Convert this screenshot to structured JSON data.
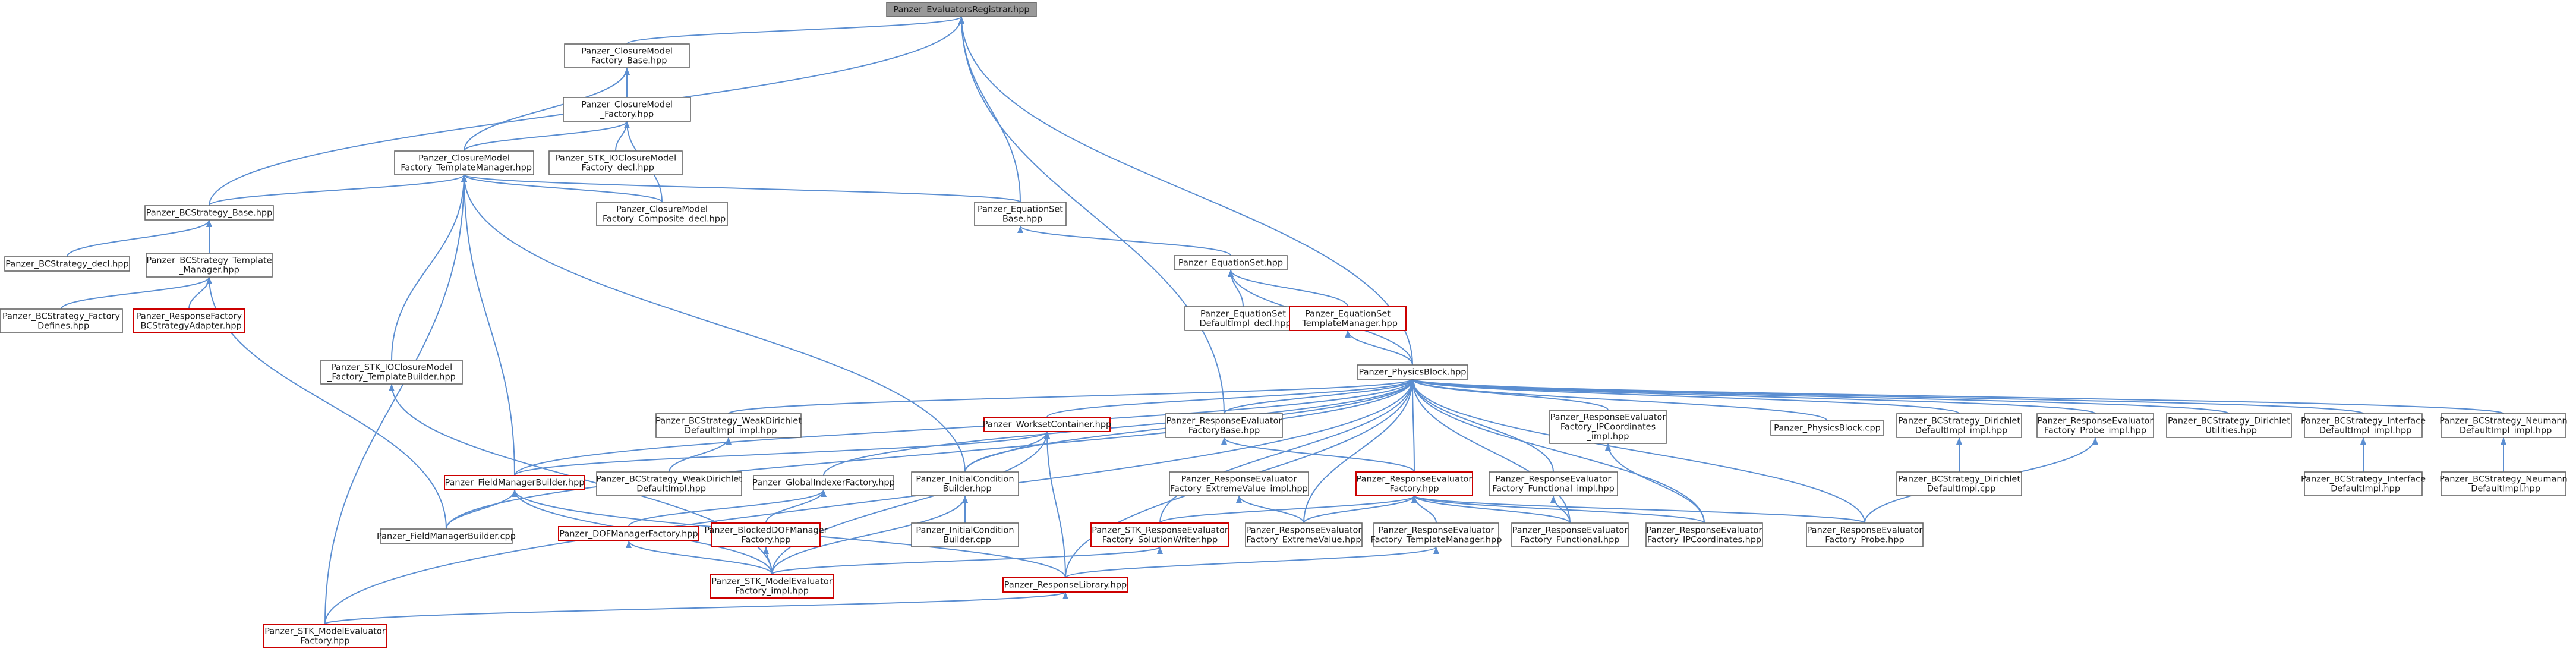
{
  "graph": {
    "nodes": [
      {
        "id": "root",
        "lines": [
          "Panzer_EvaluatorsRegistrar.hpp"
        ],
        "root": true
      },
      {
        "id": "cm_fb",
        "lines": [
          "Panzer_ClosureModel",
          "_Factory_Base.hpp"
        ]
      },
      {
        "id": "cm_f",
        "lines": [
          "Panzer_ClosureModel",
          "_Factory.hpp"
        ]
      },
      {
        "id": "cm_ftm",
        "lines": [
          "Panzer_ClosureModel",
          "_Factory_TemplateManager.hpp"
        ]
      },
      {
        "id": "stk_iocm_decl",
        "lines": [
          "Panzer_STK_IOClosureModel",
          "_Factory_decl.hpp"
        ]
      },
      {
        "id": "cm_comp",
        "lines": [
          "Panzer_ClosureModel",
          "_Factory_Composite_decl.hpp"
        ]
      },
      {
        "id": "bcs_base",
        "lines": [
          "Panzer_BCStrategy_Base.hpp"
        ]
      },
      {
        "id": "bcs_decl",
        "lines": [
          "Panzer_BCStrategy_decl.hpp"
        ]
      },
      {
        "id": "bcs_tm",
        "lines": [
          "Panzer_BCStrategy_Template",
          "_Manager.hpp"
        ]
      },
      {
        "id": "bcs_fdef",
        "lines": [
          "Panzer_BCStrategy_Factory",
          "_Defines.hpp"
        ]
      },
      {
        "id": "rf_bcsa",
        "lines": [
          "Panzer_ResponseFactory",
          "_BCStrategyAdapter.hpp"
        ],
        "red": true
      },
      {
        "id": "eqs_base",
        "lines": [
          "Panzer_EquationSet",
          "_Base.hpp"
        ]
      },
      {
        "id": "eqs",
        "lines": [
          "Panzer_EquationSet.hpp"
        ]
      },
      {
        "id": "eqs_decl",
        "lines": [
          "Panzer_EquationSet",
          "_DefaultImpl_decl.hpp"
        ]
      },
      {
        "id": "eqs_tm",
        "lines": [
          "Panzer_EquationSet",
          "_TemplateManager.hpp"
        ],
        "red": true
      },
      {
        "id": "stk_iocm_tb",
        "lines": [
          "Panzer_STK_IOClosureModel",
          "_Factory_TemplateBuilder.hpp"
        ]
      },
      {
        "id": "pb",
        "lines": [
          "Panzer_PhysicsBlock.hpp"
        ]
      },
      {
        "id": "bcs_wd_impl",
        "lines": [
          "Panzer_BCStrategy_WeakDirichlet",
          "_DefaultImpl_impl.hpp"
        ]
      },
      {
        "id": "wsc",
        "lines": [
          "Panzer_WorksetContainer.hpp"
        ],
        "red": true
      },
      {
        "id": "ref_base",
        "lines": [
          "Panzer_ResponseEvaluator",
          "FactoryBase.hpp"
        ]
      },
      {
        "id": "ref_ipc_impl",
        "lines": [
          "Panzer_ResponseEvaluator",
          "Factory_IPCoordinates",
          "_impl.hpp"
        ]
      },
      {
        "id": "pb_cpp",
        "lines": [
          "Panzer_PhysicsBlock.cpp"
        ]
      },
      {
        "id": "bcs_dir_impl",
        "lines": [
          "Panzer_BCStrategy_Dirichlet",
          "_DefaultImpl_impl.hpp"
        ]
      },
      {
        "id": "ref_probe_impl",
        "lines": [
          "Panzer_ResponseEvaluator",
          "Factory_Probe_impl.hpp"
        ]
      },
      {
        "id": "bcs_dir_util",
        "lines": [
          "Panzer_BCStrategy_Dirichlet",
          "_Utilities.hpp"
        ]
      },
      {
        "id": "bcs_int_impl",
        "lines": [
          "Panzer_BCStrategy_Interface",
          "_DefaultImpl_impl.hpp"
        ]
      },
      {
        "id": "bcs_neu_impl",
        "lines": [
          "Panzer_BCStrategy_Neumann",
          "_DefaultImpl_impl.hpp"
        ]
      },
      {
        "id": "fmb",
        "lines": [
          "Panzer_FieldManagerBuilder.hpp"
        ],
        "red": true
      },
      {
        "id": "bcs_wd_hpp",
        "lines": [
          "Panzer_BCStrategy_WeakDirichlet",
          "_DefaultImpl.hpp"
        ]
      },
      {
        "id": "gif",
        "lines": [
          "Panzer_GlobalIndexerFactory.hpp"
        ]
      },
      {
        "id": "icb",
        "lines": [
          "Panzer_InitialCondition",
          "_Builder.hpp"
        ]
      },
      {
        "id": "ref_ev_impl",
        "lines": [
          "Panzer_ResponseEvaluator",
          "Factory_ExtremeValue_impl.hpp"
        ]
      },
      {
        "id": "ref",
        "lines": [
          "Panzer_ResponseEvaluator",
          "Factory.hpp"
        ],
        "red": true
      },
      {
        "id": "ref_func_impl",
        "lines": [
          "Panzer_ResponseEvaluator",
          "Factory_Functional_impl.hpp"
        ]
      },
      {
        "id": "bcs_dir_cpp",
        "lines": [
          "Panzer_BCStrategy_Dirichlet",
          "_DefaultImpl.cpp"
        ]
      },
      {
        "id": "bcs_int_hpp",
        "lines": [
          "Panzer_BCStrategy_Interface",
          "_DefaultImpl.hpp"
        ]
      },
      {
        "id": "bcs_neu_hpp",
        "lines": [
          "Panzer_BCStrategy_Neumann",
          "_DefaultImpl.hpp"
        ]
      },
      {
        "id": "fmb_cpp",
        "lines": [
          "Panzer_FieldManagerBuilder.cpp"
        ]
      },
      {
        "id": "dofmf",
        "lines": [
          "Panzer_DOFManagerFactory.hpp"
        ],
        "red": true
      },
      {
        "id": "bdofmf",
        "lines": [
          "Panzer_BlockedDOFManager",
          "Factory.hpp"
        ],
        "red": true
      },
      {
        "id": "icb_cpp",
        "lines": [
          "Panzer_InitialCondition",
          "_Builder.cpp"
        ]
      },
      {
        "id": "stk_ref_sw",
        "lines": [
          "Panzer_STK_ResponseEvaluator",
          "Factory_SolutionWriter.hpp"
        ],
        "red": true
      },
      {
        "id": "ref_ev",
        "lines": [
          "Panzer_ResponseEvaluator",
          "Factory_ExtremeValue.hpp"
        ]
      },
      {
        "id": "ref_tm",
        "lines": [
          "Panzer_ResponseEvaluator",
          "Factory_TemplateManager.hpp"
        ]
      },
      {
        "id": "ref_func",
        "lines": [
          "Panzer_ResponseEvaluator",
          "Factory_Functional.hpp"
        ]
      },
      {
        "id": "ref_ipc",
        "lines": [
          "Panzer_ResponseEvaluator",
          "Factory_IPCoordinates.hpp"
        ]
      },
      {
        "id": "ref_probe",
        "lines": [
          "Panzer_ResponseEvaluator",
          "Factory_Probe.hpp"
        ]
      },
      {
        "id": "stk_mef_impl",
        "lines": [
          "Panzer_STK_ModelEvaluator",
          "Factory_impl.hpp"
        ],
        "red": true
      },
      {
        "id": "rl",
        "lines": [
          "Panzer_ResponseLibrary.hpp"
        ],
        "red": true
      },
      {
        "id": "stk_mef",
        "lines": [
          "Panzer_STK_ModelEvaluator",
          "Factory.hpp"
        ],
        "red": true
      }
    ],
    "edges": [
      [
        "root",
        "cm_fb"
      ],
      [
        "root",
        "bcs_base"
      ],
      [
        "root",
        "eqs_base"
      ],
      [
        "root",
        "ref_base"
      ],
      [
        "root",
        "pb"
      ],
      [
        "cm_fb",
        "cm_f"
      ],
      [
        "cm_fb",
        "cm_ftm"
      ],
      [
        "cm_f",
        "cm_ftm"
      ],
      [
        "cm_f",
        "stk_iocm_decl"
      ],
      [
        "cm_f",
        "cm_comp"
      ],
      [
        "cm_ftm",
        "bcs_base"
      ],
      [
        "cm_ftm",
        "cm_comp"
      ],
      [
        "cm_ftm",
        "eqs_base"
      ],
      [
        "cm_ftm",
        "stk_iocm_tb"
      ],
      [
        "cm_ftm",
        "fmb"
      ],
      [
        "cm_ftm",
        "icb"
      ],
      [
        "cm_ftm",
        "stk_mef"
      ],
      [
        "bcs_base",
        "bcs_decl"
      ],
      [
        "bcs_base",
        "bcs_tm"
      ],
      [
        "bcs_tm",
        "bcs_fdef"
      ],
      [
        "bcs_tm",
        "rf_bcsa"
      ],
      [
        "bcs_tm",
        "fmb_cpp"
      ],
      [
        "eqs_base",
        "eqs"
      ],
      [
        "eqs",
        "eqs_decl"
      ],
      [
        "eqs",
        "eqs_tm"
      ],
      [
        "eqs",
        "pb"
      ],
      [
        "eqs_tm",
        "pb"
      ],
      [
        "stk_iocm_tb",
        "stk_mef_impl"
      ],
      [
        "pb",
        "bcs_wd_impl"
      ],
      [
        "pb",
        "wsc"
      ],
      [
        "pb",
        "ref_base"
      ],
      [
        "pb",
        "ref_ipc_impl"
      ],
      [
        "pb",
        "pb_cpp"
      ],
      [
        "pb",
        "bcs_dir_impl"
      ],
      [
        "pb",
        "ref_probe_impl"
      ],
      [
        "pb",
        "bcs_dir_util"
      ],
      [
        "pb",
        "bcs_int_impl"
      ],
      [
        "pb",
        "bcs_neu_impl"
      ],
      [
        "pb",
        "fmb"
      ],
      [
        "pb",
        "gif"
      ],
      [
        "pb",
        "icb"
      ],
      [
        "pb",
        "ref"
      ],
      [
        "pb",
        "ref_func_impl"
      ],
      [
        "pb",
        "stk_ref_sw"
      ],
      [
        "pb",
        "ref_ev"
      ],
      [
        "pb",
        "ref_func"
      ],
      [
        "pb",
        "ref_ipc"
      ],
      [
        "pb",
        "ref_probe"
      ],
      [
        "pb",
        "rl"
      ],
      [
        "pb",
        "stk_mef"
      ],
      [
        "pb",
        "fmb_cpp"
      ],
      [
        "bcs_wd_impl",
        "bcs_wd_hpp"
      ],
      [
        "wsc",
        "fmb"
      ],
      [
        "wsc",
        "icb"
      ],
      [
        "wsc",
        "stk_mef_impl"
      ],
      [
        "wsc",
        "rl"
      ],
      [
        "ref_base",
        "ref"
      ],
      [
        "ref_ipc_impl",
        "ref_ipc"
      ],
      [
        "bcs_dir_impl",
        "bcs_dir_cpp"
      ],
      [
        "ref_probe_impl",
        "ref_probe"
      ],
      [
        "bcs_int_impl",
        "bcs_int_hpp"
      ],
      [
        "bcs_neu_impl",
        "bcs_neu_hpp"
      ],
      [
        "fmb",
        "fmb_cpp"
      ],
      [
        "fmb",
        "stk_mef_impl"
      ],
      [
        "fmb",
        "rl"
      ],
      [
        "gif",
        "dofmf"
      ],
      [
        "gif",
        "bdofmf"
      ],
      [
        "icb",
        "icb_cpp"
      ],
      [
        "icb",
        "stk_mef_impl"
      ],
      [
        "ref_ev_impl",
        "ref_ev"
      ],
      [
        "ref",
        "stk_ref_sw"
      ],
      [
        "ref",
        "ref_ev"
      ],
      [
        "ref",
        "ref_tm"
      ],
      [
        "ref",
        "ref_func"
      ],
      [
        "ref",
        "ref_ipc"
      ],
      [
        "ref",
        "ref_probe"
      ],
      [
        "ref_func_impl",
        "ref_func"
      ],
      [
        "dofmf",
        "stk_mef_impl"
      ],
      [
        "bdofmf",
        "stk_mef_impl"
      ],
      [
        "stk_ref_sw",
        "stk_mef_impl"
      ],
      [
        "ref_tm",
        "rl"
      ],
      [
        "rl",
        "stk_mef"
      ]
    ]
  }
}
